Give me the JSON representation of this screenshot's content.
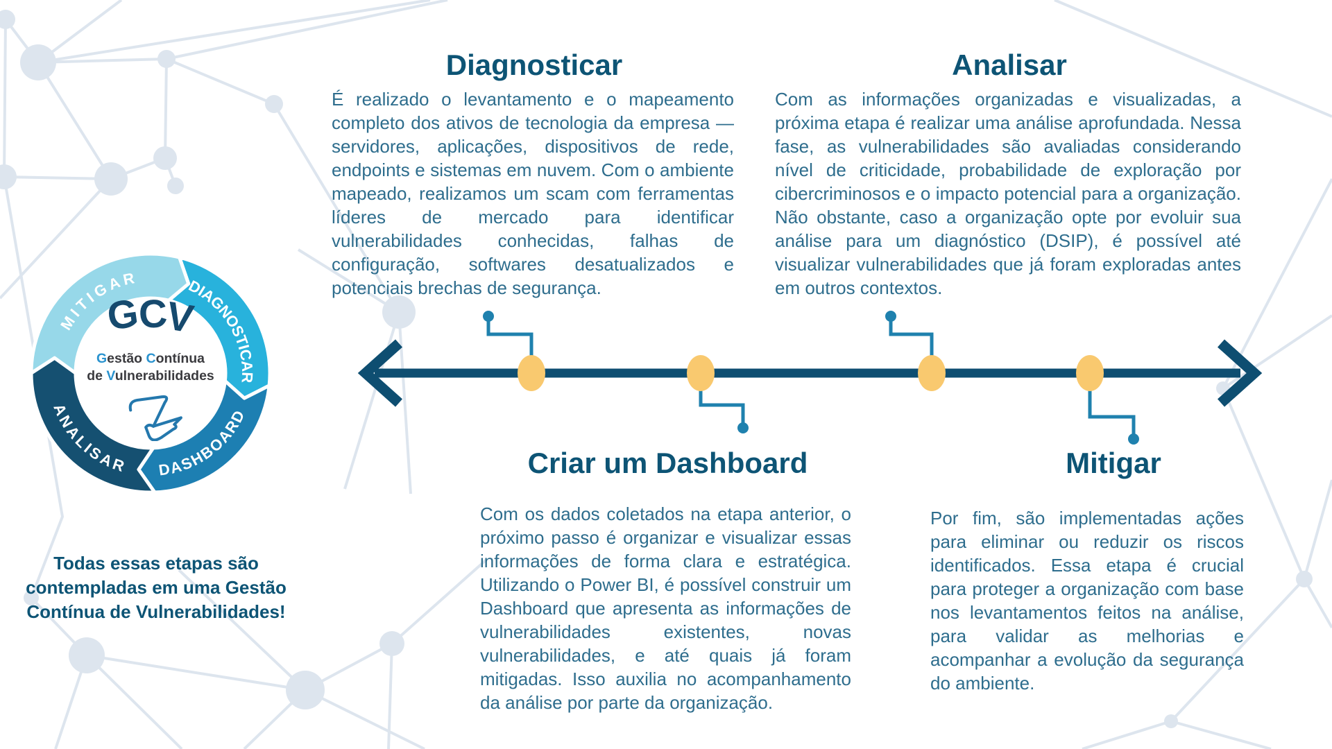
{
  "ring": {
    "acronym_letters": [
      "G",
      "C",
      "V"
    ],
    "subtitle": {
      "w1i": "G",
      "w1r": "estão ",
      "w2i": "C",
      "w2r": "ontínua",
      "w3": "de ",
      "w4i": "V",
      "w4r": "ulnerabilidades"
    },
    "segments": {
      "mitigar": "MITIGAR",
      "diagnosticar": "DIAGNOSTICAR",
      "dashboard": "DASHBOARD",
      "analisar": "ANALISAR"
    },
    "colors": {
      "mitigar": "#97d8e9",
      "diagnosticar": "#28b2dc",
      "dashboard": "#1d7fb2",
      "analisar": "#155071",
      "acronym": "#164a6e",
      "initials": "#2a93cf",
      "subtitle_text": "#3b3b3f",
      "bird_stroke": "#2478ad"
    }
  },
  "caption": "Todas essas etapas são contempladas em uma Gestão Contínua de Vulnerabilidades!",
  "steps": [
    {
      "id": "diagnosticar",
      "title": "Diagnosticar",
      "body": "É realizado o levantamento e o mapeamento completo dos ativos de tecnologia da empresa — servidores, aplicações, dispositivos de rede, endpoints e sistemas em nuvem. Com o ambiente mapeado, realizamos um scam com ferramentas líderes de mercado para identificar vulnerabilidades conhecidas, falhas de configuração, softwares desatualizados e potenciais brechas de segurança."
    },
    {
      "id": "criar-um-dashboard",
      "title": "Criar um Dashboard",
      "body": "Com os dados coletados na etapa anterior, o próximo passo é organizar e visualizar essas informações de forma clara e estratégica. Utilizando o Power BI, é possível construir um Dashboard que apresenta as informações de vulnerabilidades existentes, novas vulnerabilidades, e até quais já foram mitigadas. Isso auxilia no acompanhamento da análise por parte da organização."
    },
    {
      "id": "analisar",
      "title": "Analisar",
      "body": "Com as informações organizadas e visualizadas, a próxima etapa é realizar uma análise aprofundada. Nessa fase, as vulnerabilidades são avaliadas considerando nível de criticidade, probabilidade de exploração por cibercriminosos e o impacto potencial para a organização. Não obstante, caso a organização opte por evoluir sua análise para um diagnóstico (DSIP), é possível até visualizar vulnerabilidades que já foram exploradas antes em outros contextos."
    },
    {
      "id": "mitigar",
      "title": "Mitigar",
      "body": "Por fim, são implementadas ações para eliminar ou reduzir os riscos identificados. Essa etapa é crucial para proteger a organização com base nos levantamentos feitos na análise, para validar as melhorias e acompanhar a evolução da segurança do ambiente."
    }
  ],
  "timeline": {
    "line_color": "#0e4e71",
    "node_color": "#f9c96f",
    "connector_color": "#1f81ae"
  },
  "text_colors": {
    "heading": "#0d5475",
    "body": "#2e6d8d",
    "background_pattern": "#dde5ee"
  }
}
